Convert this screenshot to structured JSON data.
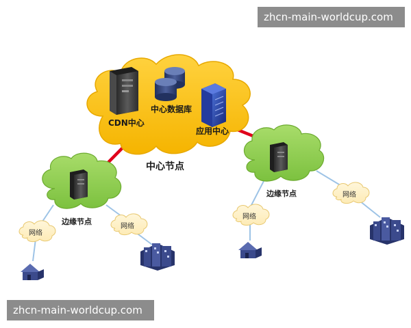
{
  "watermark": {
    "top": "zhcn-main-worldcup.com",
    "bottom": "zhcn-main-worldcup.com"
  },
  "labels": {
    "central_node": "中心节点",
    "cdn_center": "CDN中心",
    "central_database": "中心数据库",
    "app_center": "应用中心",
    "edge_node_left": "边缘节点",
    "edge_node_right": "边缘节点",
    "network": "网络"
  },
  "colors": {
    "central_cloud": "#FFC000",
    "edge_cloud": "#92D050",
    "network_cloud": "#FFF2CC",
    "red_link": "#E0001B",
    "blue_link": "#9DC3E6",
    "server_dark": "#3A3A3A",
    "server_blue": "#1F3A93",
    "building": "#3B4A8C"
  },
  "icons": {
    "cdn_server": "server-tower-icon",
    "database": "database-icon",
    "app_server": "blade-server-icon",
    "edge_server": "server-tower-icon",
    "building": "building-icon",
    "house": "house-icon"
  }
}
